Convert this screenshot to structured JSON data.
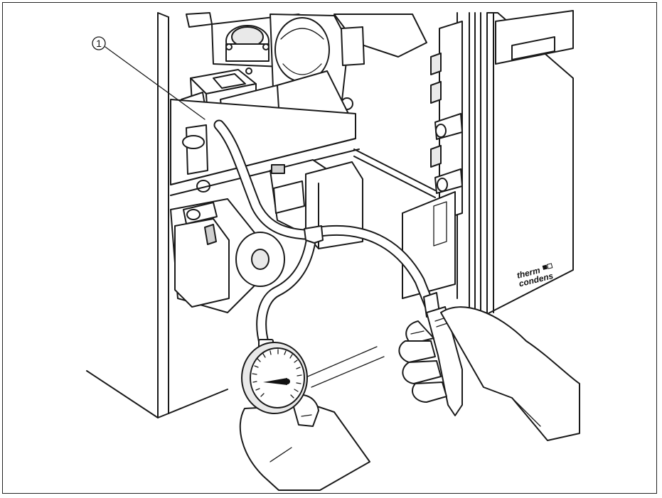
{
  "callouts": [
    {
      "label": "1"
    }
  ],
  "brand_label": {
    "line1": "therm",
    "line2": "condens"
  }
}
